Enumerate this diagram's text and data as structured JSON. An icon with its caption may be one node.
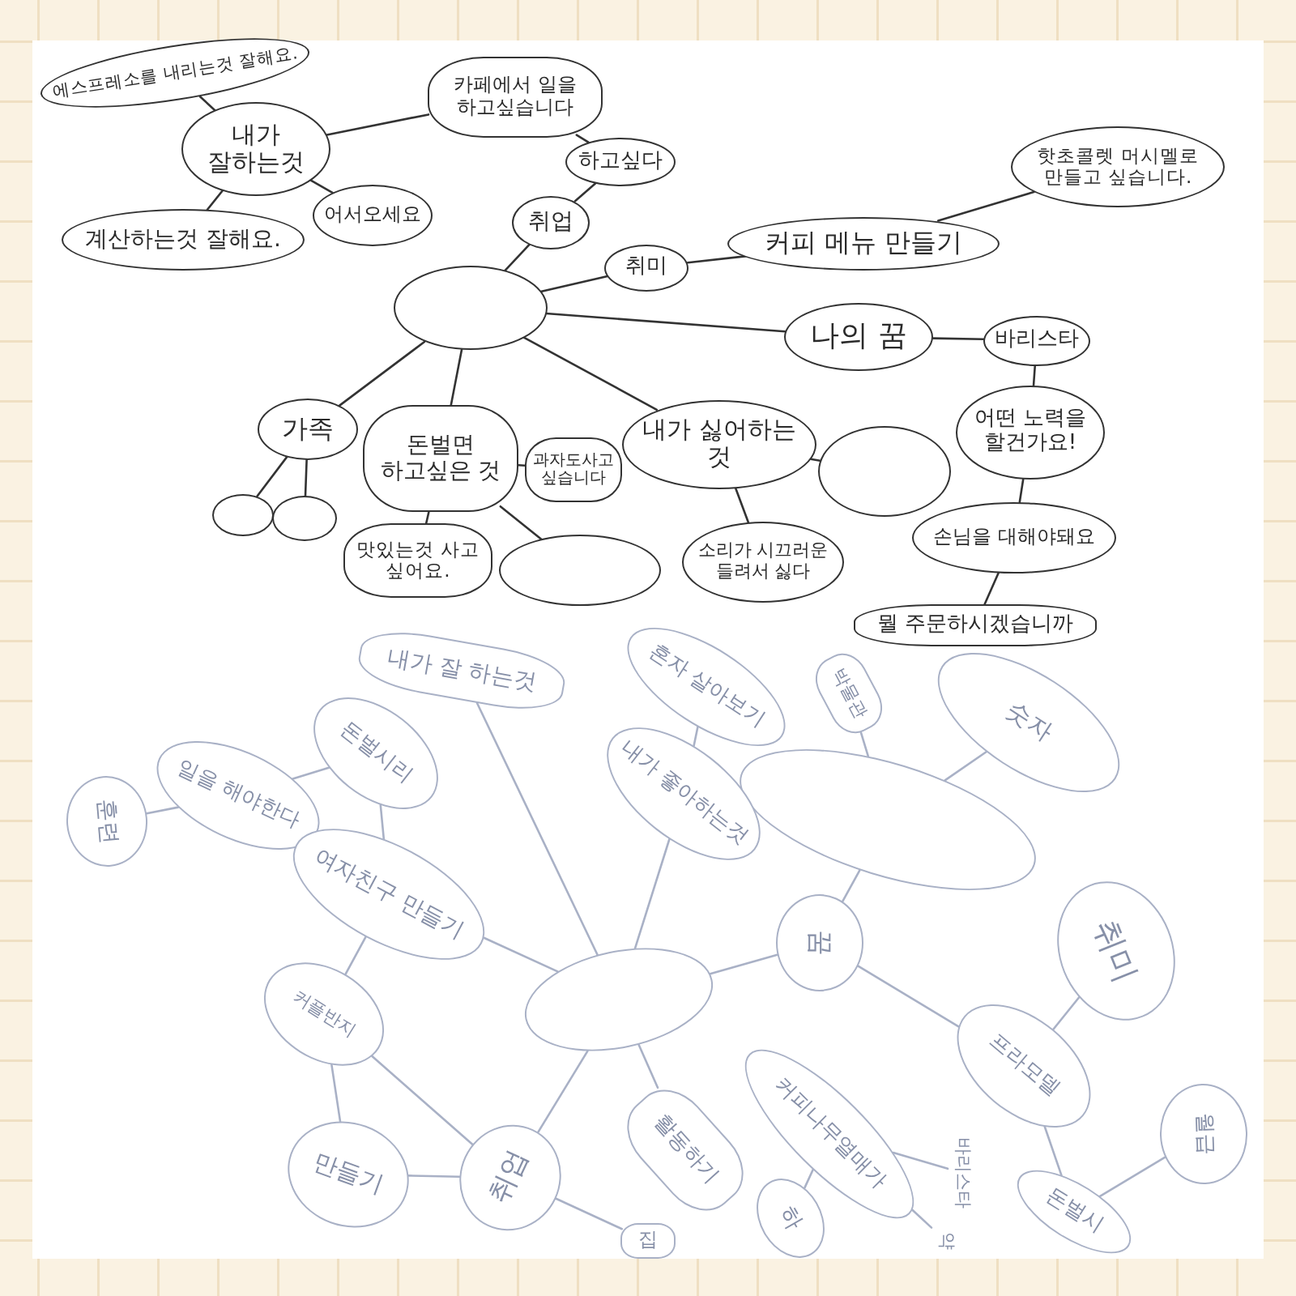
{
  "diagram": {
    "nodes": [
      {
        "text": [],
        "shape": "ellipse"
      },
      {
        "text": [
          "에스프레소를 내리는것 잘해요."
        ]
      },
      {
        "text": [
          "내가 잘하는것"
        ]
      },
      {
        "text": [
          "카페에서 일을 하고싶습니다"
        ]
      },
      {
        "text": [
          "하고싶다"
        ]
      },
      {
        "text": [
          "취업"
        ]
      },
      {
        "text": [
          "계산하는것 잘해요."
        ]
      },
      {
        "text": [
          "어서오세요"
        ]
      },
      {
        "text": [
          "취미"
        ]
      },
      {
        "text": [
          "커피 메뉴 만들기"
        ]
      },
      {
        "text": [
          "핫초콜렛 머시멜로 만들고 싶습니다."
        ]
      },
      {
        "text": [
          "나의 꿈"
        ]
      },
      {
        "text": [
          "바리스타"
        ]
      },
      {
        "text": [
          "가족"
        ]
      },
      {
        "text": [],
        "shape": "ellipse"
      },
      {
        "text": [],
        "shape": "ellipse"
      },
      {
        "text": [
          "돈벌면 하고싶은 것"
        ]
      },
      {
        "text": [
          "과자도사고 싶습니다"
        ]
      },
      {
        "text": [
          "내가 싫어하는 것"
        ]
      },
      {
        "text": [],
        "shape": "ellipse"
      },
      {
        "text": [
          "어떤 노력을 할건가요!"
        ]
      },
      {
        "text": [
          "맛있는것 사고 싶어요."
        ]
      },
      {
        "text": [],
        "shape": "ellipse"
      },
      {
        "text": [
          "소리가 시끄러운 들려서 싫다"
        ]
      },
      {
        "text": [
          "손님을 대해야돼요"
        ]
      },
      {
        "text": [
          "뭘 주문하시겠습니까"
        ]
      },
      {
        "text": [
          "내가 잘 하는것"
        ]
      },
      {
        "text": [
          "혼자 살아보기"
        ]
      },
      {
        "text": [
          "박물관"
        ]
      },
      {
        "text": [
          "숫자"
        ]
      },
      {
        "text": [
          "돈벌시리"
        ]
      },
      {
        "text": [
          "일을 해야한다"
        ]
      },
      {
        "text": [
          "훈련"
        ]
      },
      {
        "text": [],
        "shape": "ellipse"
      },
      {
        "text": [
          "내가 좋아하는것"
        ]
      },
      {
        "text": [
          "여자친구 만들기"
        ]
      },
      {
        "text": [],
        "shape": "ellipse"
      },
      {
        "text": [
          "꿈"
        ]
      },
      {
        "text": [
          "취미"
        ]
      },
      {
        "text": [
          "커플반지"
        ]
      },
      {
        "text": [
          "프라모델"
        ]
      },
      {
        "text": [
          "커피나무열매가"
        ]
      },
      {
        "text": [
          "바리스타"
        ]
      },
      {
        "text": [
          "만들기"
        ]
      },
      {
        "text": [
          "활동하기"
        ]
      },
      {
        "text": [
          "취업"
        ]
      },
      {
        "text": [
          "월급"
        ]
      },
      {
        "text": [
          "약"
        ]
      },
      {
        "text": [
          "하"
        ]
      },
      {
        "text": [
          "집"
        ]
      },
      {
        "text": [
          "돈벌시"
        ]
      }
    ],
    "edges": [
      {
        "from": 0,
        "to": 5,
        "arrow": "none"
      },
      {
        "from": 5,
        "to": 4,
        "arrow": "none"
      },
      {
        "from": 4,
        "to": 3,
        "arrow": "none"
      },
      {
        "from": 3,
        "to": 2,
        "arrow": "none"
      },
      {
        "from": 2,
        "to": 1,
        "arrow": "none"
      },
      {
        "from": 2,
        "to": 6,
        "arrow": "none"
      },
      {
        "from": 2,
        "to": 7,
        "arrow": "none"
      },
      {
        "from": 0,
        "to": 8,
        "arrow": "none"
      },
      {
        "from": 8,
        "to": 9,
        "arrow": "none"
      },
      {
        "from": 9,
        "to": 10,
        "arrow": "none"
      },
      {
        "from": 0,
        "to": 11,
        "arrow": "none"
      },
      {
        "from": 11,
        "to": 12,
        "arrow": "none"
      },
      {
        "from": 12,
        "to": 20,
        "arrow": "none"
      },
      {
        "from": 20,
        "to": 24,
        "arrow": "none"
      },
      {
        "from": 24,
        "to": 25,
        "arrow": "none"
      },
      {
        "from": 0,
        "to": 13,
        "arrow": "none"
      },
      {
        "from": 13,
        "to": 14,
        "arrow": "none"
      },
      {
        "from": 13,
        "to": 15,
        "arrow": "none"
      },
      {
        "from": 0,
        "to": 16,
        "arrow": "none"
      },
      {
        "from": 16,
        "to": 17,
        "arrow": "none"
      },
      {
        "from": 16,
        "to": 21,
        "arrow": "none"
      },
      {
        "from": 16,
        "to": 22,
        "arrow": "none"
      },
      {
        "from": 0,
        "to": 18,
        "arrow": "none"
      },
      {
        "from": 18,
        "to": 19,
        "arrow": "none"
      },
      {
        "from": 18,
        "to": 23,
        "arrow": "none"
      },
      {
        "from": 36,
        "to": 26,
        "arrow": "none",
        "color": "#a9b1c6"
      },
      {
        "from": 34,
        "to": 27,
        "arrow": "none",
        "color": "#a9b1c6"
      },
      {
        "from": 36,
        "to": 34,
        "arrow": "none",
        "color": "#a9b1c6"
      },
      {
        "from": 33,
        "to": 28,
        "arrow": "none",
        "color": "#a9b1c6"
      },
      {
        "from": 33,
        "to": 29,
        "arrow": "none",
        "color": "#a9b1c6"
      },
      {
        "from": 37,
        "to": 33,
        "arrow": "none",
        "color": "#a9b1c6"
      },
      {
        "from": 36,
        "to": 37,
        "arrow": "none",
        "color": "#a9b1c6"
      },
      {
        "from": 36,
        "to": 35,
        "arrow": "none",
        "color": "#a9b1c6"
      },
      {
        "from": 35,
        "to": 30,
        "arrow": "none",
        "color": "#a9b1c6"
      },
      {
        "from": 30,
        "to": 31,
        "arrow": "none",
        "color": "#a9b1c6"
      },
      {
        "from": 31,
        "to": 32,
        "arrow": "none",
        "color": "#a9b1c6"
      },
      {
        "from": 35,
        "to": 39,
        "arrow": "none",
        "color": "#a9b1c6"
      },
      {
        "from": 39,
        "to": 43,
        "arrow": "none",
        "color": "#a9b1c6"
      },
      {
        "from": 39,
        "to": 45,
        "arrow": "none",
        "color": "#a9b1c6"
      },
      {
        "from": 43,
        "to": 45,
        "arrow": "none",
        "color": "#a9b1c6"
      },
      {
        "from": 36,
        "to": 45,
        "arrow": "none",
        "color": "#a9b1c6"
      },
      {
        "from": 36,
        "to": 44,
        "arrow": "none",
        "color": "#a9b1c6"
      },
      {
        "from": 37,
        "to": 40,
        "arrow": "none",
        "color": "#a9b1c6"
      },
      {
        "from": 40,
        "to": 38,
        "arrow": "none",
        "color": "#a9b1c6"
      },
      {
        "from": 40,
        "to": 50,
        "arrow": "none",
        "color": "#a9b1c6"
      },
      {
        "from": 46,
        "to": 50,
        "arrow": "none",
        "color": "#a9b1c6"
      },
      {
        "from": 41,
        "to": 48,
        "arrow": "none",
        "color": "#a9b1c6"
      },
      {
        "from": 41,
        "to": 42,
        "arrow": "none",
        "color": "#a9b1c6"
      },
      {
        "from": 41,
        "to": 47,
        "arrow": "none",
        "color": "#a9b1c6"
      },
      {
        "from": 45,
        "to": 49,
        "arrow": "none",
        "color": "#a9b1c6"
      }
    ]
  }
}
